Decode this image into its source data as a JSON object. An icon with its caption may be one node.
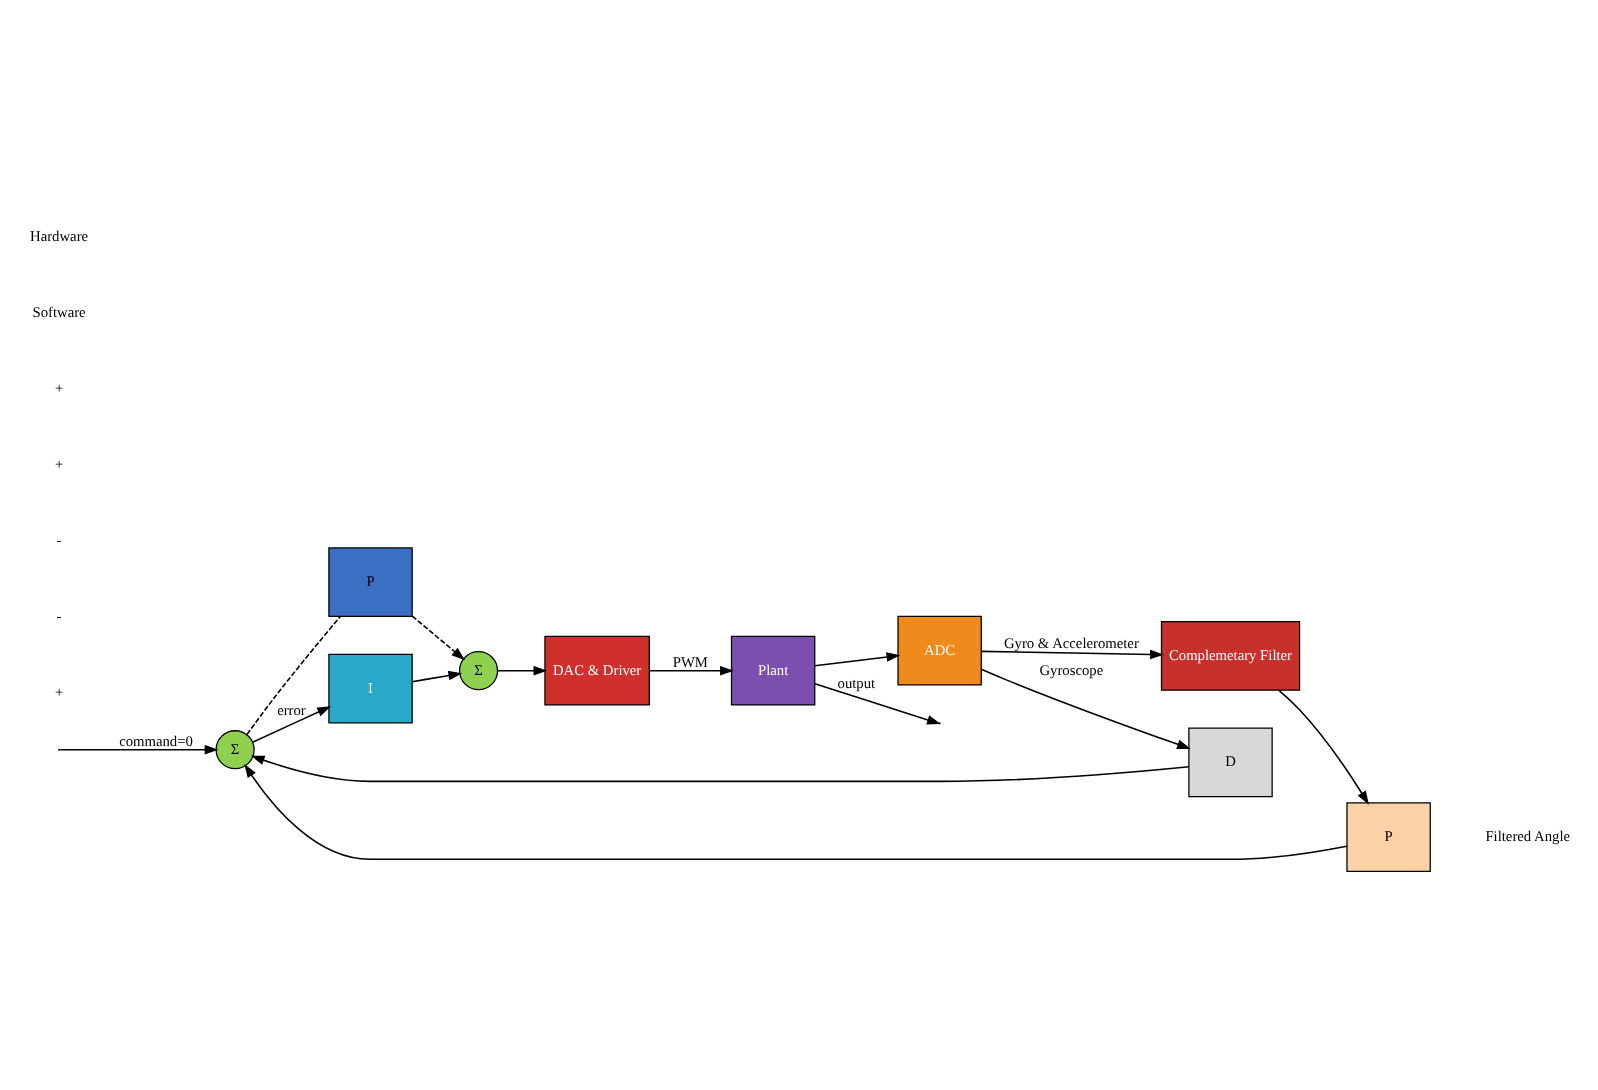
{
  "diagram": {
    "nodes": [
      {
        "text": [
          "Σ"
        ]
      },
      {
        "text": [
          "P"
        ]
      },
      {
        "text": [
          "I"
        ]
      },
      {
        "text": [
          "Σ"
        ]
      },
      {
        "text": [
          "DAC & Driver"
        ]
      },
      {
        "text": [
          "Plant"
        ]
      },
      {
        "text": [
          "ADC"
        ]
      },
      {
        "text": [
          "D"
        ]
      },
      {
        "text": [
          "Complemetary Filter"
        ]
      },
      {
        "text": [
          "P"
        ],
        "beside": [
          "Filtered Angle"
        ]
      }
    ],
    "edges": [
      {
        "from": null,
        "to": 0,
        "arrow": "to",
        "label": "command=0"
      },
      {
        "from": 0,
        "to": 2,
        "arrow": "to",
        "label": "error"
      },
      {
        "from": 0,
        "to": 1,
        "arrow": "none",
        "style": "dashed"
      },
      {
        "from": 1,
        "to": 3,
        "arrow": "to",
        "style": "dashed"
      },
      {
        "from": 2,
        "to": 3,
        "arrow": "to"
      },
      {
        "from": 3,
        "to": 4,
        "arrow": "to"
      },
      {
        "from": 4,
        "to": 5,
        "arrow": "to",
        "label": "PWM"
      },
      {
        "from": 5,
        "to": null,
        "arrow": "to",
        "label": "output"
      },
      {
        "from": 5,
        "to": 6,
        "arrow": "to"
      },
      {
        "from": 6,
        "to": 7,
        "arrow": "to",
        "label": "Gyroscope"
      },
      {
        "from": 6,
        "to": 8,
        "arrow": "to",
        "label": "Gyro & Accelerometer"
      },
      {
        "from": 7,
        "to": 0,
        "arrow": "to"
      },
      {
        "from": 8,
        "to": 9,
        "arrow": "to"
      },
      {
        "from": 9,
        "to": 0,
        "arrow": "to"
      }
    ],
    "labels": [
      "+",
      "-",
      "-",
      "+",
      "+",
      "Software",
      "Hardware"
    ]
  }
}
